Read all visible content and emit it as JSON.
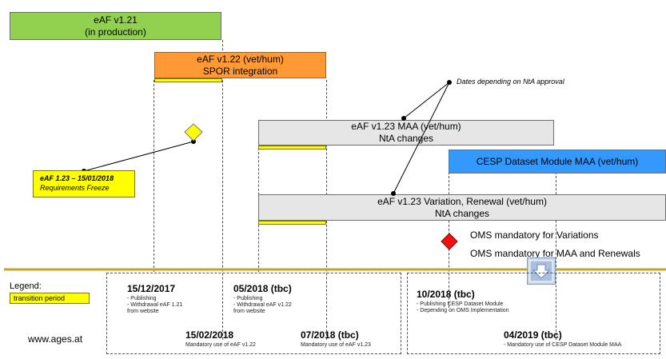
{
  "bars": {
    "v121": {
      "line1": "eAF v1.21",
      "line2": "(in production)"
    },
    "v122": {
      "line1": "eAF v1.22 (vet/hum)",
      "line2": "SPOR integration"
    },
    "v123maa": {
      "line1": "eAF v1.23 MAA (vet/hum)",
      "line2": "NtA changes"
    },
    "cesp": {
      "line1": "CESP Dataset Module MAA (vet/hum)"
    },
    "v123var": {
      "line1": "eAF v1.23 Variation, Renewal (vet/hum)",
      "line2": "NtA changes"
    }
  },
  "annotations": {
    "dates_ntA": "Dates depending on NtA approval",
    "freeze_line1": "eAF 1.23 – 15/01/2018",
    "freeze_line2": "Requirements Freeze",
    "oms_var": "OMS mandatory for Variations",
    "oms_maa": "OMS mandatory for MAA and Renewals"
  },
  "legend": {
    "title": "Legend:",
    "item": "transition period"
  },
  "footer": {
    "website": "www.ages.at"
  },
  "milestones": {
    "m1": {
      "date": "15/12/2017",
      "notes": [
        "- Publishing",
        "- Withdrawal   eAF  1.21",
        "   from  website"
      ]
    },
    "m2": {
      "date": "05/2018 (tbc)",
      "notes": [
        "- Publishing",
        "- Withdrawal   eAF v1.22",
        "   from  website"
      ]
    },
    "m3": {
      "date": "15/02/2018",
      "notes": [
        "Mandatory   use  of eAF v1.22"
      ]
    },
    "m4": {
      "date": "07/2018 (tbc)",
      "notes": [
        "Mandatory   use  of eAF v1.23"
      ]
    },
    "m5": {
      "date": "10/2018 (tbc)",
      "notes": [
        "- Publishing   CESP  Dataset  Module",
        "- Depending   on OMS  Implementation"
      ]
    },
    "m6": {
      "date": "04/2019 (tbc)",
      "notes": [
        "- Mandatory   use  of CESP  Dataset  Module  MAA"
      ]
    }
  },
  "colors": {
    "v121": "#92d050",
    "v122": "#ff9933",
    "gray": "#e6e6e6",
    "cesp": "#3399ff",
    "transition": "#ffff00",
    "timeline": "#c9a227",
    "diamond_yellow": "#ffff00",
    "diamond_red": "#ee1111"
  },
  "icons": {
    "download": "down-arrow-icon"
  }
}
